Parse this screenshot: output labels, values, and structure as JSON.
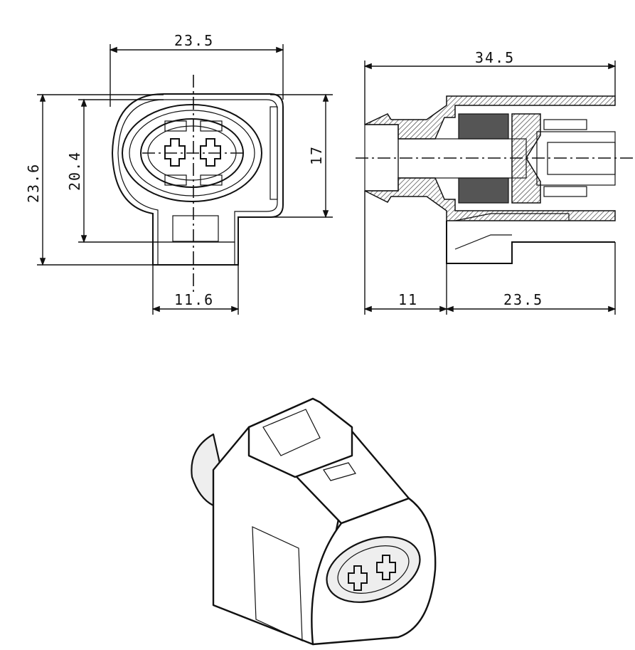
{
  "front_view": {
    "width_label": "23.5",
    "height_label": "23.6",
    "inner_height_label": "20.4",
    "body_height_label": "17",
    "tab_width_label": "11.6"
  },
  "side_view": {
    "length_label": "34.5",
    "nose_label": "11",
    "body_length_label": "23.5"
  }
}
